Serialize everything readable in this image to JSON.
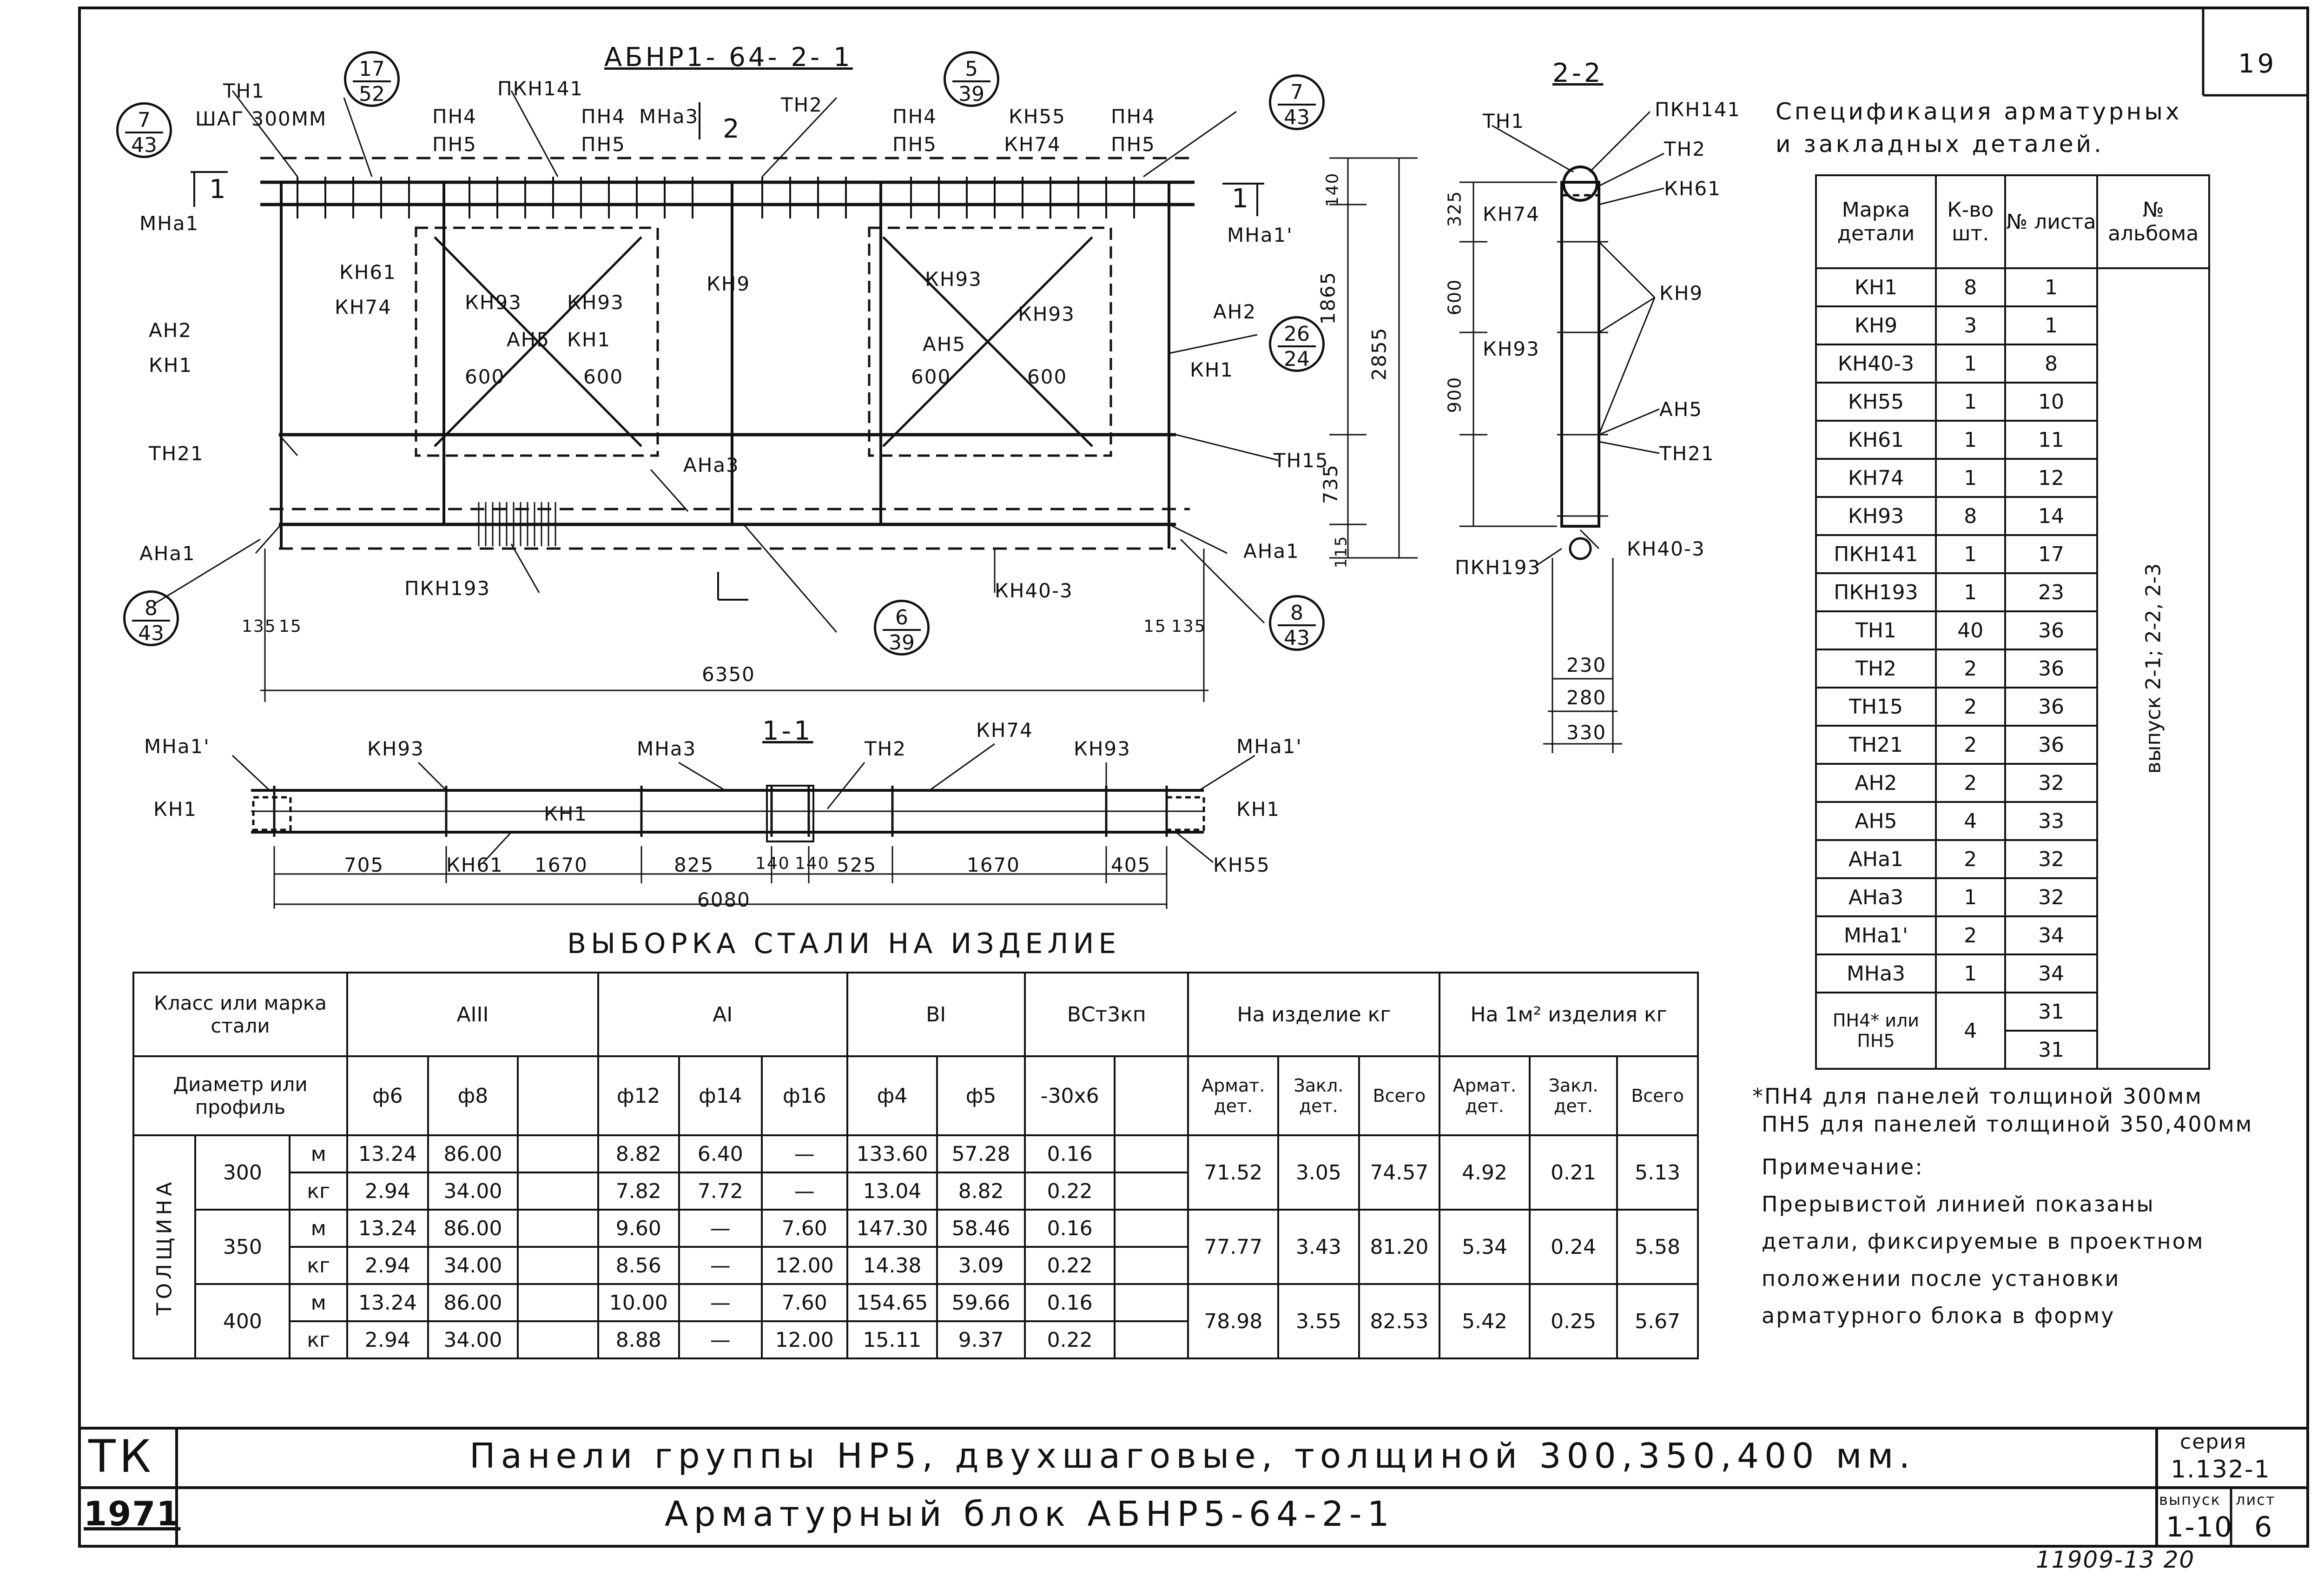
{
  "sheet_number": "19",
  "drawing_mark": "АБНР1- 64- 2- 1",
  "section_2_2_title": "2-2",
  "section_1_1_title": "1-1",
  "callouts": [
    {
      "top": "17",
      "bottom": "52"
    },
    {
      "top": "5",
      "bottom": "39"
    },
    {
      "top": "7",
      "bottom": "43"
    },
    {
      "top": "7",
      "bottom": "43"
    },
    {
      "top": "26",
      "bottom": "24"
    },
    {
      "top": "8",
      "bottom": "43"
    },
    {
      "top": "6",
      "bottom": "39"
    },
    {
      "top": "8",
      "bottom": "43"
    }
  ],
  "elevation_labels": {
    "tn1": "ТН1",
    "step": "ШАГ 300ММ",
    "pn4": "ПН4",
    "pn5": "ПН5",
    "pkn141": "ПКН141",
    "mna3": "МНа3",
    "tn2": "ТН2",
    "kn55": "КН55",
    "kn74": "КН74",
    "mna1": "МНа1",
    "mna1p": "МНа1'",
    "kn61": "КН61",
    "kn93": "КН93",
    "kn9": "КН9",
    "an5": "АН5",
    "kn1": "КН1",
    "an2": "АН2",
    "tn21": "ТН21",
    "tn15": "ТН15",
    "ana3": "АНа3",
    "ana1": "АНа1",
    "pkn193": "ПКН193",
    "kn40_3": "КН40-3",
    "d600": "600",
    "d135": "135",
    "d15": "15",
    "d6350": "6350",
    "d140": "140",
    "d1865": "1865",
    "d2855": "2855",
    "d735": "735",
    "d115": "115",
    "sec1": "1",
    "sec2": "2"
  },
  "section_2_2_labels": {
    "tn1": "ТН1",
    "pkn141": "ПКН141",
    "tn2": "ТН2",
    "kn61": "КН61",
    "kn74": "КН74",
    "kn9": "КН9",
    "kn93": "КН93",
    "an5": "АН5",
    "tn21": "ТН21",
    "pkn193": "ПКН193",
    "kn40_3": "КН40-3",
    "d325": "325",
    "d600": "600",
    "d900": "900",
    "d230": "230",
    "d280": "280",
    "d330": "330"
  },
  "section_1_1_labels": {
    "mna1p": "МНа1'",
    "kn93": "КН93",
    "mna3": "МНа3",
    "tn2": "ТН2",
    "kn74": "КН74",
    "kn1": "КН1",
    "kn61": "КН61",
    "kn55": "КН55",
    "d705": "705",
    "d1670": "1670",
    "d825": "825",
    "d140": "140",
    "d525": "525",
    "d405": "405",
    "d6080": "6080"
  },
  "spec": {
    "title_line1": "Спецификация арматурных",
    "title_line2": "и закладных   деталей.",
    "headers": [
      "Марка детали",
      "К-во шт.",
      "№ листа",
      "№ альбома"
    ],
    "album_note": "выпуск 2-1; 2-2, 2-3",
    "rows": [
      [
        "КН1",
        "8",
        "1"
      ],
      [
        "КН9",
        "3",
        "1"
      ],
      [
        "КН40-3",
        "1",
        "8"
      ],
      [
        "КН55",
        "1",
        "10"
      ],
      [
        "КН61",
        "1",
        "11"
      ],
      [
        "КН74",
        "1",
        "12"
      ],
      [
        "КН93",
        "8",
        "14"
      ],
      [
        "ПКН141",
        "1",
        "17"
      ],
      [
        "ПКН193",
        "1",
        "23"
      ],
      [
        "ТН1",
        "40",
        "36"
      ],
      [
        "ТН2",
        "2",
        "36"
      ],
      [
        "ТН15",
        "2",
        "36"
      ],
      [
        "ТН21",
        "2",
        "36"
      ],
      [
        "АН2",
        "2",
        "32"
      ],
      [
        "АН5",
        "4",
        "33"
      ],
      [
        "АНа1",
        "2",
        "32"
      ],
      [
        "АНа3",
        "1",
        "32"
      ],
      [
        "МНа1'",
        "2",
        "34"
      ],
      [
        "МНа3",
        "1",
        "34"
      ]
    ],
    "pn_row": {
      "mark": "ПН4* или ПН5",
      "qty": "4",
      "sheets": [
        "31",
        "31"
      ]
    }
  },
  "footnote_line1": "*ПН4 для панелей толщиной 300мм",
  "footnote_line2": "ПН5 для панелей толщиной 350,400мм",
  "note_title": "Примечание:",
  "note_lines": [
    "Прерывистой линией показаны",
    "детали, фиксируемые в проектном",
    "положении после установки",
    "арматурного блока в форму"
  ],
  "steel": {
    "title": "ВЫБОРКА   СТАЛИ   НА   ИЗДЕЛИЕ",
    "class_header": "Класс или марка стали",
    "diam_header": "Диаметр или профиль",
    "thickness_label": "ТОЛЩИНА",
    "groups": [
      "АIII",
      "АI",
      "ВI",
      "ВСт3кп",
      "На изделие кг",
      "На 1м² изделия кг"
    ],
    "diameters": [
      "ф6",
      "ф8",
      "",
      "ф12",
      "ф14",
      "ф16",
      "ф4",
      "ф5",
      "-30х6",
      "",
      "Армат. дет.",
      "Закл. дет.",
      "Всего",
      "Армат. дет.",
      "Закл. дет.",
      "Всего"
    ],
    "rows": [
      {
        "t": "300",
        "u": "м",
        "v": [
          "13.24",
          "86.00",
          "",
          "8.82",
          "6.40",
          "—",
          "133.60",
          "57.28",
          "0.16",
          ""
        ]
      },
      {
        "t": "",
        "u": "кг",
        "v": [
          "2.94",
          "34.00",
          "",
          "7.82",
          "7.72",
          "—",
          "13.04",
          "8.82",
          "0.22",
          ""
        ]
      },
      {
        "t": "350",
        "u": "м",
        "v": [
          "13.24",
          "86.00",
          "",
          "9.60",
          "—",
          "7.60",
          "147.30",
          "58.46",
          "0.16",
          ""
        ]
      },
      {
        "t": "",
        "u": "кг",
        "v": [
          "2.94",
          "34.00",
          "",
          "8.56",
          "—",
          "12.00",
          "14.38",
          "3.09",
          "0.22",
          ""
        ]
      },
      {
        "t": "400",
        "u": "м",
        "v": [
          "13.24",
          "86.00",
          "",
          "10.00",
          "—",
          "7.60",
          "154.65",
          "59.66",
          "0.16",
          ""
        ]
      },
      {
        "t": "",
        "u": "кг",
        "v": [
          "2.94",
          "34.00",
          "",
          "8.88",
          "—",
          "12.00",
          "15.11",
          "9.37",
          "0.22",
          ""
        ]
      }
    ],
    "totals": [
      [
        "71.52",
        "3.05",
        "74.57",
        "4.92",
        "0.21",
        "5.13"
      ],
      [
        "77.77",
        "3.43",
        "81.20",
        "5.34",
        "0.24",
        "5.58"
      ],
      [
        "78.98",
        "3.55",
        "82.53",
        "5.42",
        "0.25",
        "5.67"
      ]
    ]
  },
  "title_block": {
    "tk": "ТК",
    "year": "1971",
    "line1": "Панели группы НР5, двухшаговые, толщиной  300,350,400 мм.",
    "line2": "Арматурный  блок  АБНР5-64-2-1",
    "series_label": "серия",
    "series": "1.132-1",
    "issue_label": "выпуск",
    "sheet_label": "лист",
    "issue": "1-10",
    "sheet": "6"
  },
  "archive_number": "11909-13  20"
}
